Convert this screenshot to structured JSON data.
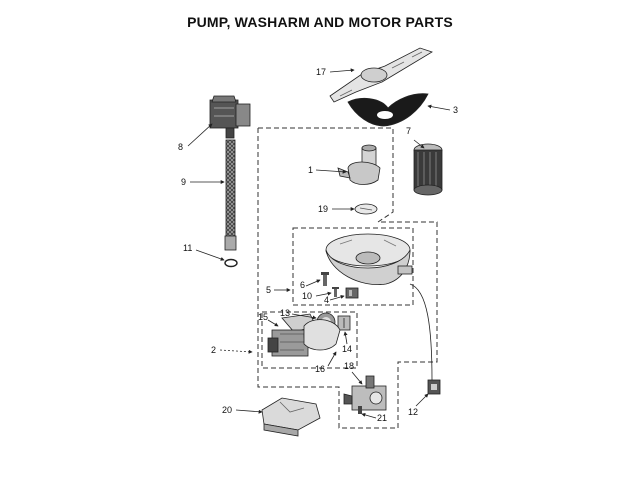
{
  "title": "PUMP, WASHARM AND MOTOR PARTS",
  "callouts": {
    "c1": "1",
    "c2": "2",
    "c3": "3",
    "c4": "4",
    "c5": "5",
    "c6": "6",
    "c7": "7",
    "c8": "8",
    "c9": "9",
    "c10": "10",
    "c11": "11",
    "c12": "12",
    "c13": "13",
    "c14": "14",
    "c15": "15",
    "c16": "16",
    "c17": "17",
    "c18": "18",
    "c19": "19",
    "c20": "20",
    "c21": "21"
  },
  "colors": {
    "ink": "#222222",
    "part_fill": "#d8d8d8",
    "dark_fill": "#555555"
  }
}
